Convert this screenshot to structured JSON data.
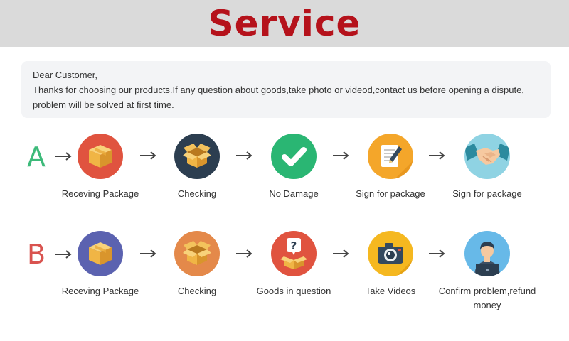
{
  "title": "Service",
  "notice": {
    "line1": "Dear Customer,",
    "line2": "Thanks for choosing our products.If any question about goods,take photo or videod,contact us before opening a dispute,",
    "line3": "problem will be solved at first time."
  },
  "rows": [
    {
      "letter": "A",
      "color": "#3dba7a",
      "steps": [
        {
          "label": "Receving Package",
          "icon": "box-icon",
          "bg": "#e0533f"
        },
        {
          "label": "Checking",
          "icon": "open-box-icon",
          "bg": "#2c3e50"
        },
        {
          "label": "No Damage",
          "icon": "check-icon",
          "bg": "#2ab673"
        },
        {
          "label": "Sign for package",
          "icon": "document-pen-icon",
          "bg": "#f4a62a"
        },
        {
          "label": "Sign for package",
          "icon": "handshake-icon",
          "bg": "#8fd3e3"
        }
      ]
    },
    {
      "letter": "B",
      "color": "#d9534f",
      "steps": [
        {
          "label": "Receving Package",
          "icon": "box-icon",
          "bg": "#5b62b0"
        },
        {
          "label": "Checking",
          "icon": "open-box-icon",
          "bg": "#e4894a"
        },
        {
          "label": "Goods in question",
          "icon": "question-box-icon",
          "bg": "#e0533f"
        },
        {
          "label": "Take Videos",
          "icon": "camera-icon",
          "bg": "#f5b820"
        },
        {
          "label": "Confirm problem,refund money",
          "icon": "person-laptop-icon",
          "bg": "#67b9e8"
        }
      ]
    }
  ]
}
